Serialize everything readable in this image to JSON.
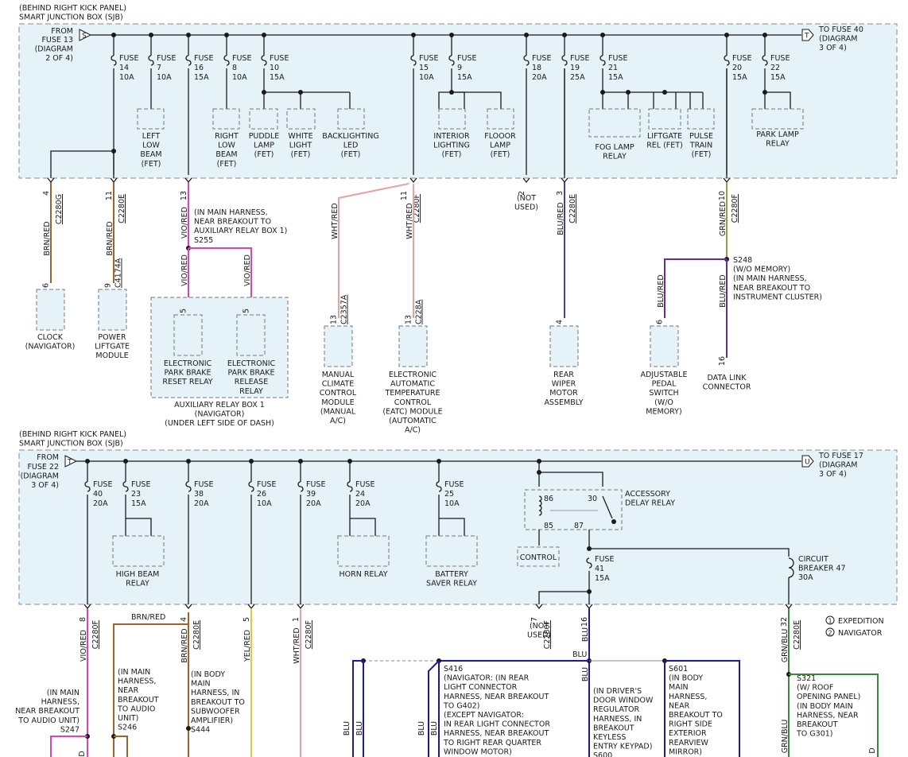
{
  "top": {
    "header1": "(BEHIND RIGHT KICK PANEL)",
    "header2": "SMART JUNCTION BOX (SJB)",
    "from_fuse": [
      "FROM",
      "FUSE 13",
      "(DIAGRAM",
      "2 OF 4)"
    ],
    "from_tag": "S",
    "to_fuse": [
      "TO FUSE 40",
      "(DIAGRAM",
      "3 OF 4)"
    ],
    "to_tag": "T",
    "fuses": [
      {
        "l1": "FUSE",
        "l2": "14",
        "l3": "10A"
      },
      {
        "l1": "FUSE",
        "l2": "7",
        "l3": "10A"
      },
      {
        "l1": "FUSE",
        "l2": "16",
        "l3": "15A"
      },
      {
        "l1": "FUSE",
        "l2": "8",
        "l3": "10A"
      },
      {
        "l1": "FUSE",
        "l2": "10",
        "l3": "15A"
      },
      {
        "l1": "FUSE",
        "l2": "15",
        "l3": "10A"
      },
      {
        "l1": "FUSE",
        "l2": "9",
        "l3": "15A"
      },
      {
        "l1": "FUSE",
        "l2": "18",
        "l3": "20A"
      },
      {
        "l1": "FUSE",
        "l2": "19",
        "l3": "25A"
      },
      {
        "l1": "FUSE",
        "l2": "21",
        "l3": "15A"
      },
      {
        "l1": "FUSE",
        "l2": "20",
        "l3": "15A"
      },
      {
        "l1": "FUSE",
        "l2": "22",
        "l3": "15A"
      }
    ],
    "loads": [
      [
        "LEFT",
        "LOW",
        "BEAM",
        "(FET)"
      ],
      [
        "RIGHT",
        "LOW",
        "BEAM",
        "(FET)"
      ],
      [
        "PUDDLE",
        "LAMP",
        "(FET)"
      ],
      [
        "WHITE",
        "LIGHT",
        "(FET)"
      ],
      [
        "BACKLIGHTING",
        "LED",
        "(FET)"
      ],
      [
        "INTERIOR",
        "LIGHTING",
        "(FET)"
      ],
      [
        "FLOOOR",
        "LAMP",
        "(FET)"
      ],
      [
        "FOG LAMP",
        "RELAY"
      ],
      [
        "LIFTGATE",
        "REL (FET)"
      ],
      [
        "PULSE",
        "TRAIN",
        "(FET)"
      ],
      [
        "PARK LAMP",
        "RELAY"
      ]
    ],
    "pins": [
      "4",
      "11",
      "13",
      "11",
      "2",
      "3",
      "10"
    ],
    "connectors": [
      "C2280G",
      "C2280E",
      "C2280F",
      "C2280E",
      "C2280F"
    ],
    "wires": [
      "BRN/RED",
      "BRN/RED",
      "VIO/RED",
      "WHT/RED",
      "WHT/RED",
      "BLU/RED",
      "GRN/RED",
      "VIO/RED",
      "VIO/RED",
      "BLU/RED",
      "BLU/RED"
    ],
    "not_used": [
      "(NOT",
      "USED)"
    ],
    "s255_note": [
      "(IN MAIN HARNESS,",
      "NEAR BREAKOUT TO",
      "AUXILIARY RELAY BOX 1)",
      "S255"
    ],
    "s248_note": [
      "S248",
      "(W/O MEMORY)",
      "(IN MAIN HARNESS,",
      "NEAR BREAKOUT TO",
      "INSTRUMENT CLUSTER)"
    ],
    "comp_pins": [
      "6",
      "9",
      "5",
      "5",
      "13",
      "13",
      "4",
      "6",
      "16"
    ],
    "comp_conns": [
      "C4174A",
      "C2357A",
      "C228A"
    ],
    "components": [
      [
        "CLOCK",
        "(NAVIGATOR)"
      ],
      [
        "POWER",
        "LIFTGATE",
        "MODULE"
      ],
      [
        "ELECTRONIC",
        "PARK BRAKE",
        "RESET RELAY"
      ],
      [
        "ELECTRONIC",
        "PARK BRAKE",
        "RELEASE",
        "RELAY"
      ],
      [
        "MANUAL",
        "CLIMATE",
        "CONTROL",
        "MODULE",
        "(MANUAL",
        "A/C)"
      ],
      [
        "ELECTRONIC",
        "AUTOMATIC",
        "TEMPERATURE",
        "CONTROL",
        "(EATC) MODULE",
        "(AUTOMATIC",
        "A/C)"
      ],
      [
        "REAR",
        "WIPER",
        "MOTOR",
        "ASSEMBLY"
      ],
      [
        "ADJUSTABLE",
        "PEDAL",
        "SWITCH",
        "(W/O",
        "MEMORY)"
      ],
      [
        "DATA LINK",
        "CONNECTOR"
      ]
    ],
    "aux_box": [
      "AUXILIARY RELAY BOX 1",
      "(NAVIGATOR)",
      "(UNDER LEFT SIDE OF DASH)"
    ]
  },
  "bottom": {
    "header1": "(BEHIND RIGHT KICK PANEL)",
    "header2": "SMART JUNCTION BOX (SJB)",
    "from_fuse": [
      "FROM",
      "FUSE 22",
      "(DIAGRAM",
      "3 OF 4)"
    ],
    "from_tag": "T",
    "to_fuse": [
      "TO FUSE 17",
      "(DIAGRAM",
      "3 OF 4)"
    ],
    "to_tag": "U",
    "fuses": [
      {
        "l1": "FUSE",
        "l2": "40",
        "l3": "20A"
      },
      {
        "l1": "FUSE",
        "l2": "23",
        "l3": "15A"
      },
      {
        "l1": "FUSE",
        "l2": "38",
        "l3": "20A"
      },
      {
        "l1": "FUSE",
        "l2": "26",
        "l3": "10A"
      },
      {
        "l1": "FUSE",
        "l2": "39",
        "l3": "20A"
      },
      {
        "l1": "FUSE",
        "l2": "24",
        "l3": "20A"
      },
      {
        "l1": "FUSE",
        "l2": "25",
        "l3": "10A"
      },
      {
        "l1": "FUSE",
        "l2": "41",
        "l3": "15A"
      }
    ],
    "loads": [
      [
        "HIGH BEAM",
        "RELAY"
      ],
      [
        "HORN RELAY"
      ],
      [
        "BATTERY",
        "SAVER RELAY"
      ]
    ],
    "relay": {
      "name": [
        "ACCESSORY",
        "DELAY RELAY"
      ],
      "pins": [
        "86",
        "30",
        "85",
        "87"
      ],
      "control": "CONTROL"
    },
    "breaker": [
      "CIRCUIT",
      "BREAKER 47",
      "30A"
    ],
    "legend": [
      {
        "num": "1",
        "label": "EXPEDITION"
      },
      {
        "num": "2",
        "label": "NAVIGATOR"
      }
    ],
    "pins": [
      "8",
      "4",
      "5",
      "1",
      "7",
      "16",
      "32"
    ],
    "connectors": [
      "C2280F",
      "C2280E",
      "C2280F",
      "C2280F",
      "C2280E"
    ],
    "wires": [
      "VIO/RED",
      "BRN/RED",
      "BRN/RED",
      "YEL/RED",
      "WHT/RED",
      "BLU",
      "BLU",
      "GRN/BLU",
      "BLU",
      "BLU",
      "BLU",
      "BLU",
      "GRN/BLU"
    ],
    "wire_top": [
      "BRN/RED",
      "BLU"
    ],
    "not_used": [
      "(NOT",
      "USED)"
    ],
    "s247": [
      "(IN MAIN",
      "HARNESS,",
      "NEAR BREAKOUT",
      "TO AUDIO UNIT)",
      "S247"
    ],
    "s246": [
      "(IN MAIN",
      "HARNESS,",
      "NEAR",
      "BREAKOUT",
      "TO AUDIO",
      "UNIT)",
      "S246"
    ],
    "s444": [
      "(IN BODY",
      "MAIN",
      "HARNESS, IN",
      "BREAKOUT TO",
      "SUBWOOFER",
      "AMPLIFIER)",
      "S444"
    ],
    "s416": [
      "S416",
      "(NAVIGATOR: (IN REAR",
      "LIGHT CONNECTOR",
      "HARNESS, NEAR BREAKOUT",
      "TO G402)",
      "(EXCEPT NAVIGATOR:",
      "IN REAR LIGHT CONNECTOR",
      "HARNESS, NEAR BREAKOUT",
      "TO RIGHT REAR QUARTER",
      "WINDOW MOTOR)"
    ],
    "s600": [
      "(IN DRIVER'S",
      "DOOR WINDOW",
      "REGULATOR",
      "HARNESS, IN",
      "BREAKOUT",
      "KEYLESS",
      "ENTRY KEYPAD)",
      "S600"
    ],
    "s601": [
      "S601",
      "(IN BODY",
      "MAIN",
      "HARNESS,",
      "NEAR",
      "BREAKOUT TO",
      "RIGHT SIDE",
      "EXTERIOR",
      "REARVIEW",
      "MIRROR)"
    ],
    "s321": [
      "S321",
      "(W/ ROOF",
      "OPENING PANEL)",
      "(IN BODY MAIN",
      "HARNESS, NEAR",
      "BREAKOUT",
      "TO G301)"
    ]
  }
}
